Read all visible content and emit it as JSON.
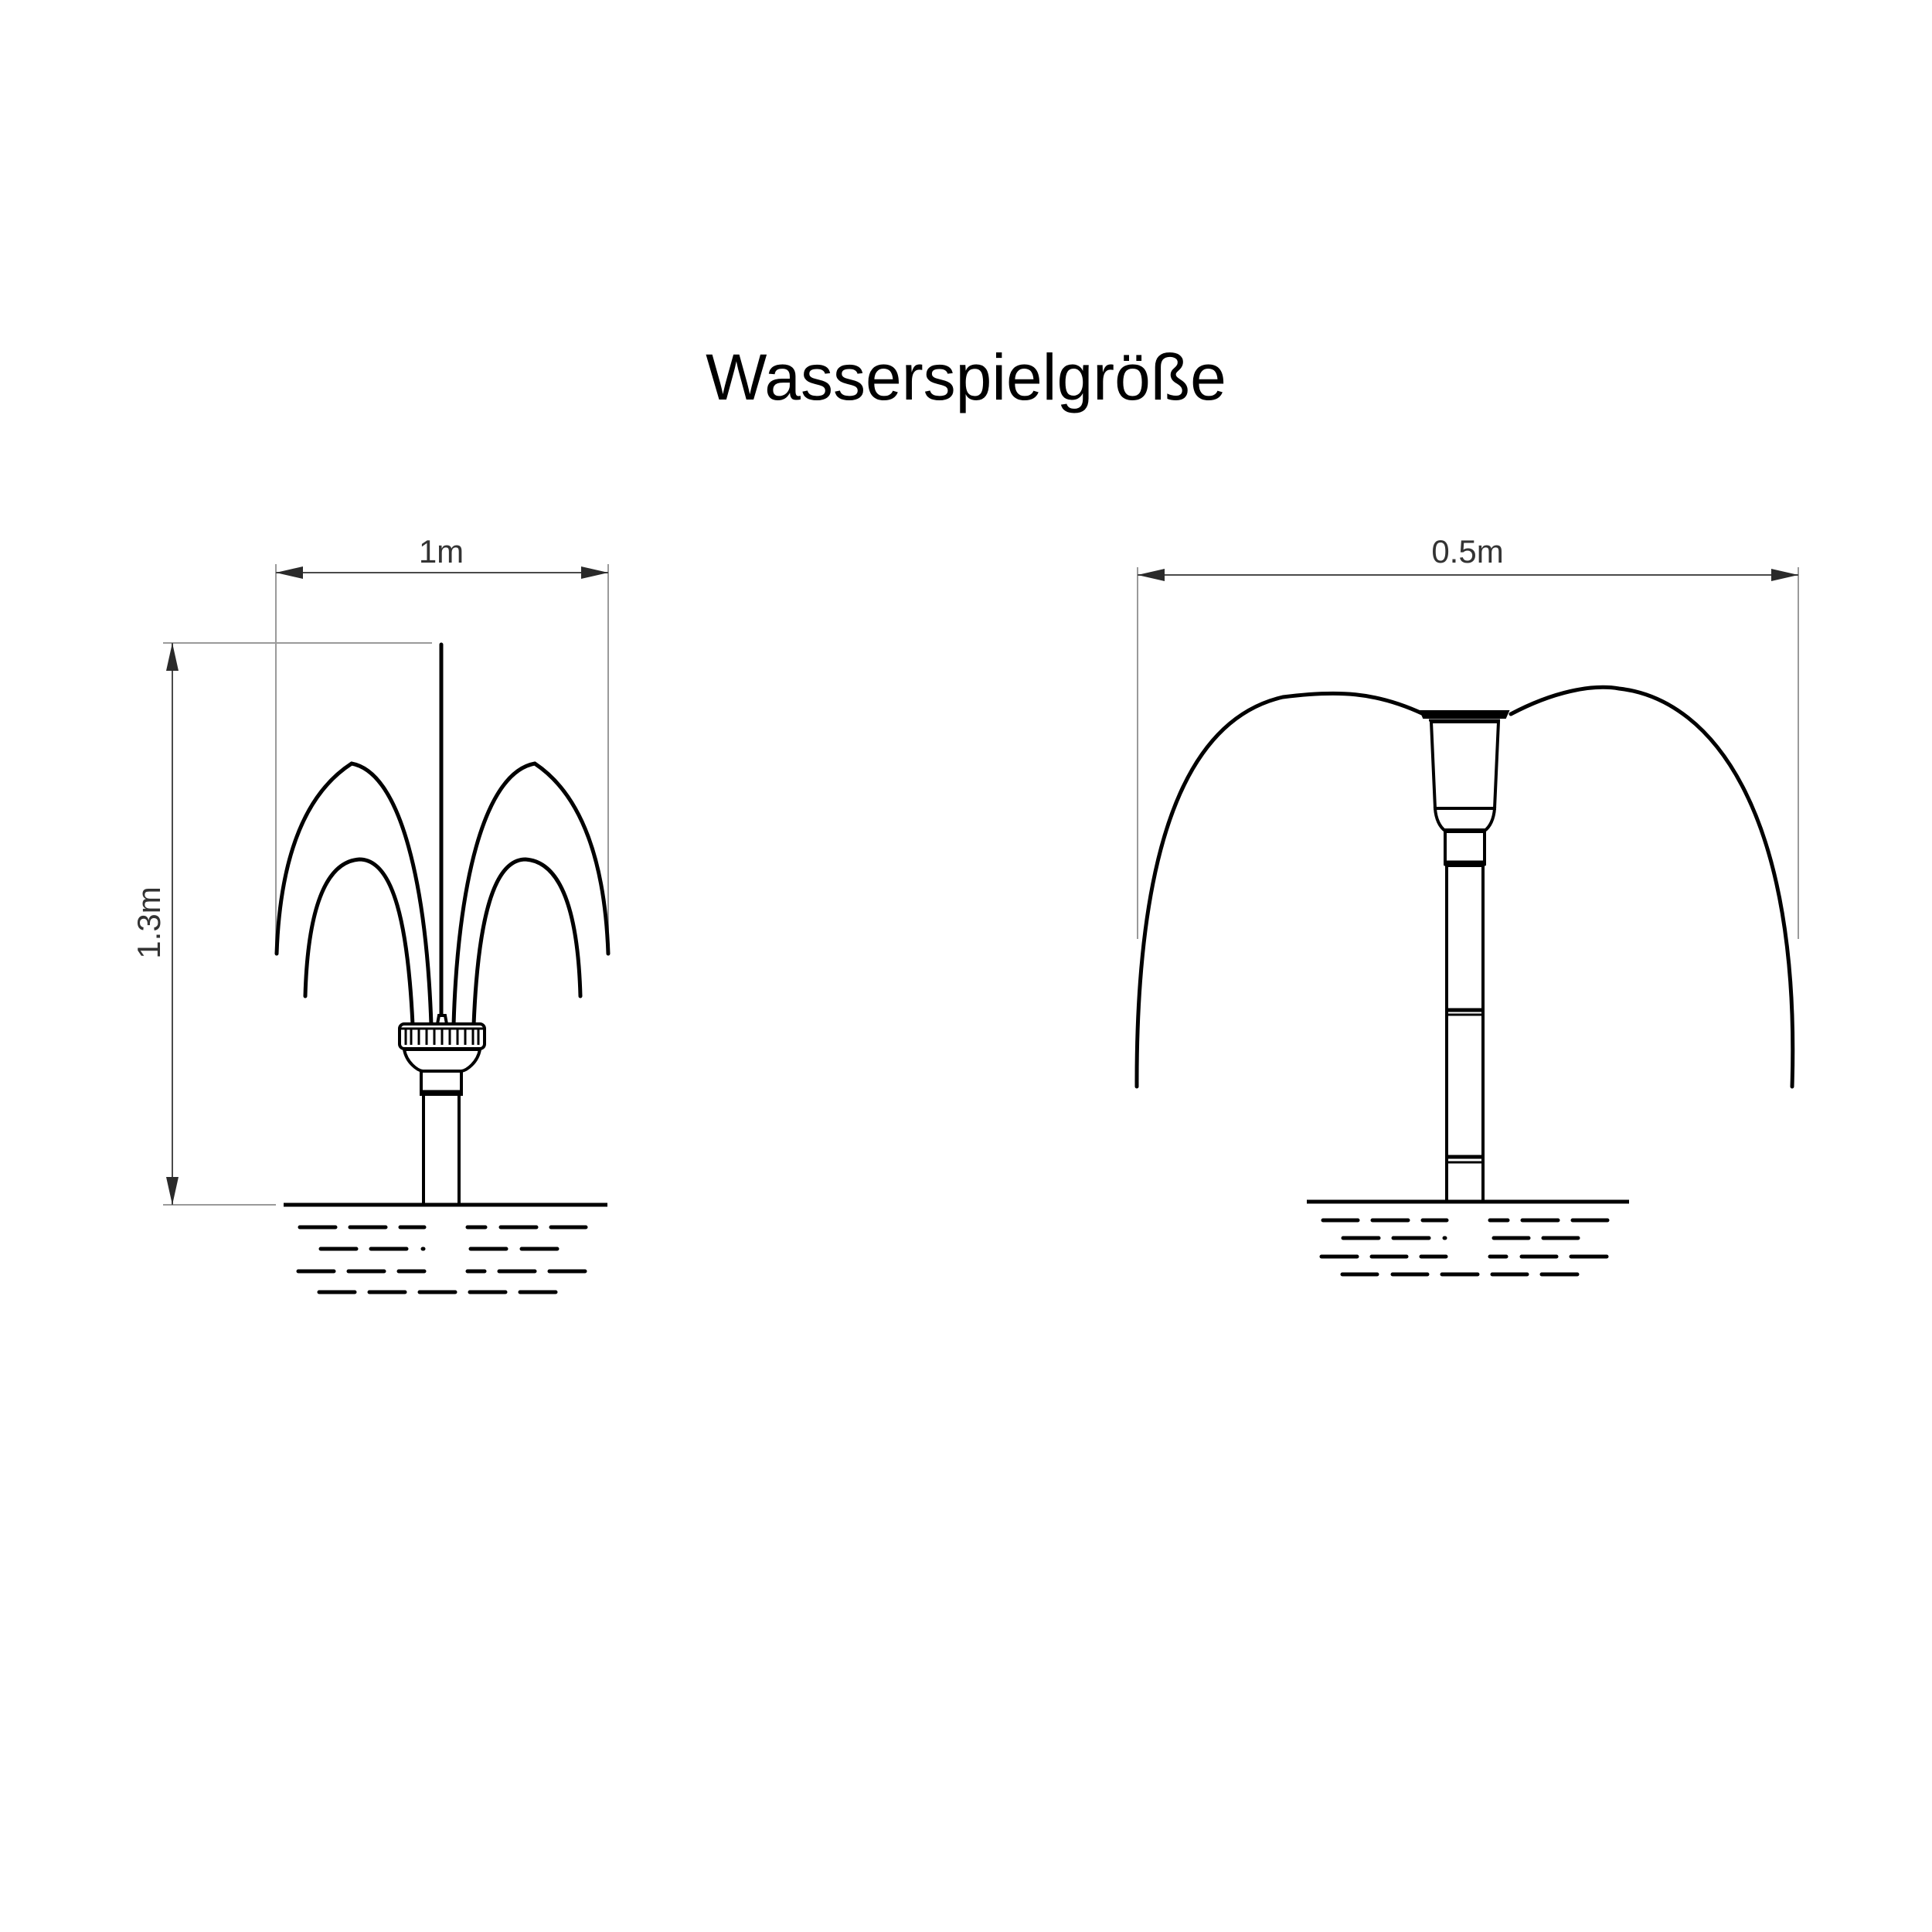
{
  "title": "Wasserspielgröße",
  "left_fountain": {
    "width_label": "1m",
    "height_label": "1.3m"
  },
  "right_fountain": {
    "width_label": "0.5m"
  },
  "colors": {
    "line": "#000000",
    "dimension": "#4a4a4a",
    "extension": "#9a9a9a",
    "background": "#ffffff"
  }
}
